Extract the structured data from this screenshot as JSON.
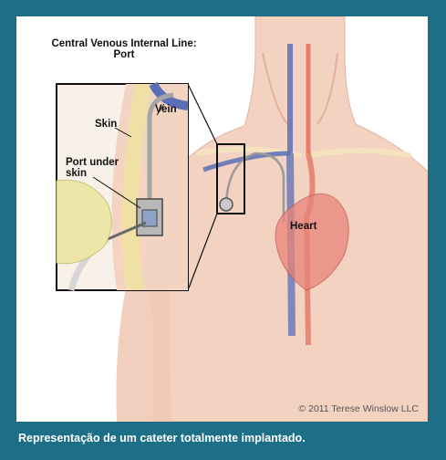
{
  "figure": {
    "title_line1": "Central Venous Internal Line:",
    "title_line2": "Port",
    "labels": {
      "skin": "Skin",
      "vein": "Vein",
      "port_line1": "Port under",
      "port_line2": "skin",
      "heart": "Heart"
    },
    "copyright": "© 2011 Terese Winslow LLC"
  },
  "caption": "Representação de um cateter totalmente implantado.",
  "colors": {
    "frame_background": "#1d6e87",
    "skin": "#f4d2c2",
    "vein": "#5a6fb8",
    "artery": "#e06a5a"
  }
}
